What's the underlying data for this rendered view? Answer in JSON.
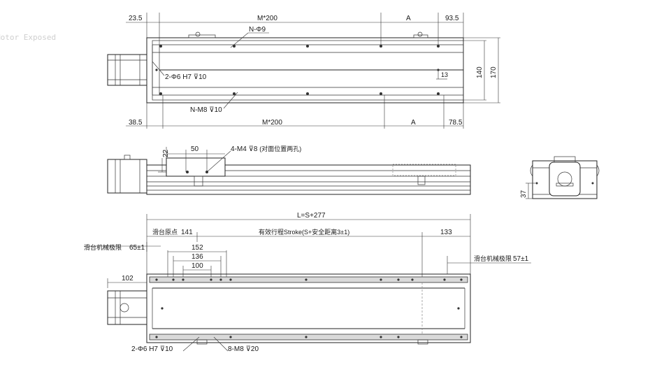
{
  "watermark": "Motor Exposed",
  "top_view": {
    "dim_left": "23.5",
    "dim_center": "M*200",
    "dim_a": "A",
    "dim_right": "93.5",
    "hole_callout_n": "N-Φ9",
    "hole_callout_pin": "2-Φ6 H7",
    "hole_callout_pin_depth": "10",
    "dim_small": "13",
    "dim_height_inner": "140",
    "dim_height_outer": "170",
    "thread_callout": "N-M8",
    "thread_depth": "10",
    "dim_bottom_left": "38.5",
    "dim_bottom_center": "M*200",
    "dim_bottom_a": "A",
    "dim_bottom_right": "78.5"
  },
  "side_view": {
    "dim_height": "22",
    "dim_width": "50",
    "thread_callout": "4-M4",
    "thread_depth": "8",
    "thread_note": "(对面位置两孔)"
  },
  "end_view": {
    "dim_height": "37"
  },
  "bottom_view": {
    "total_length": "L=S+277",
    "origin_label": "滑台原点",
    "origin_dim": "141",
    "stroke_label": "有效行程Stroke(S+安全距离3±1)",
    "right_dim": "133",
    "limit_left_label": "滑台机械极限",
    "limit_left_value": "65±1",
    "dim_152": "152",
    "dim_136": "136",
    "dim_100": "100",
    "limit_right_label": "滑台机械极限",
    "limit_right_value": "57±1",
    "motor_dim": "102",
    "pin_callout": "2-Φ6 H7",
    "pin_depth": "10",
    "thread_callout": "8-M8",
    "thread_depth": "20"
  }
}
